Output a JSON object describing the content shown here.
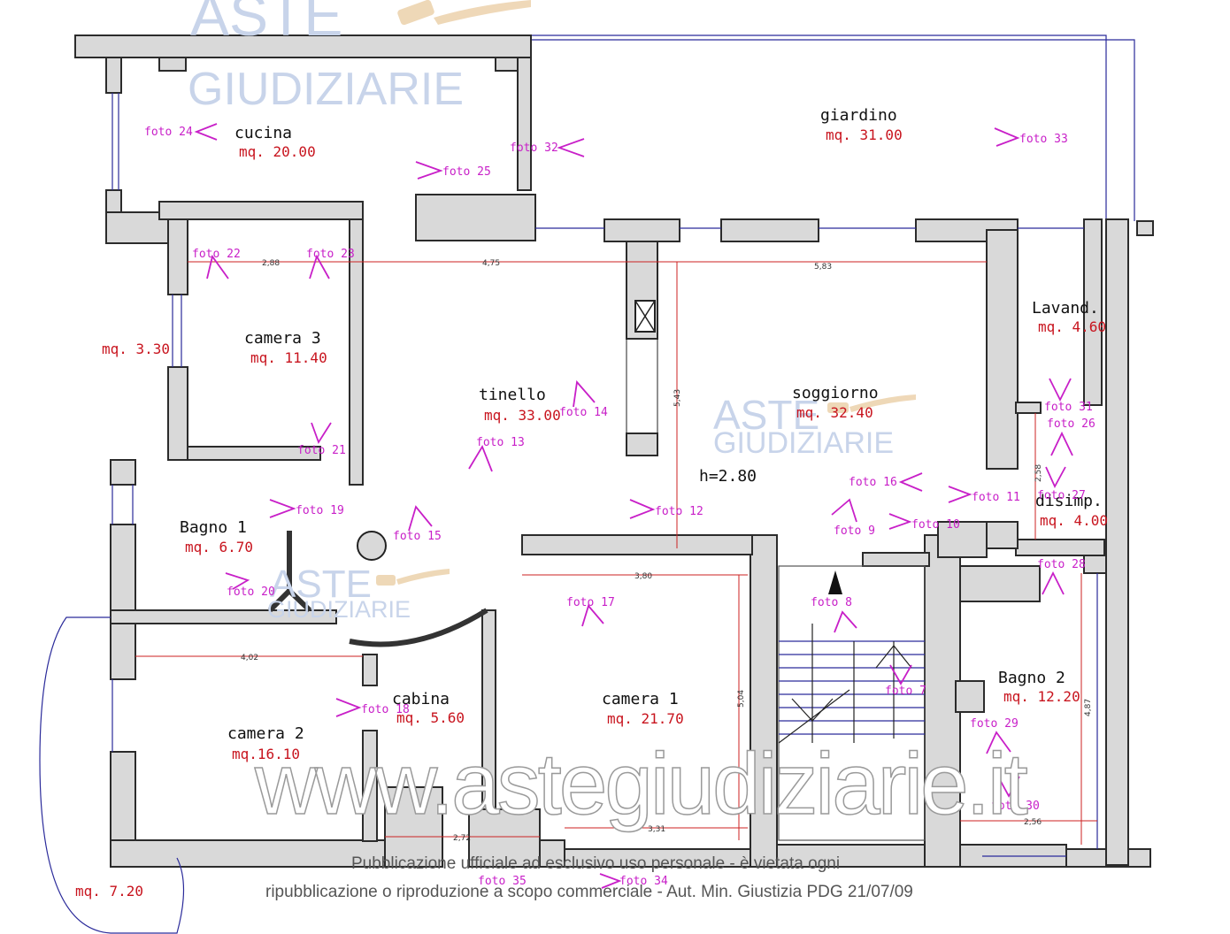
{
  "rooms": [
    {
      "name": "cucina",
      "area": "mq. 20.00"
    },
    {
      "name": "giardino",
      "area": "mq. 31.00"
    },
    {
      "name": "camera 3",
      "area": "mq. 11.40"
    },
    {
      "name": "tinello",
      "area": "mq. 33.00"
    },
    {
      "name": "soggiorno",
      "area": "mq. 32.40"
    },
    {
      "name": "Lavand.",
      "area": "mq. 4.60"
    },
    {
      "name": "disimp.",
      "area": "mq. 4.00"
    },
    {
      "name": "Bagno 1",
      "area": "mq. 6.70"
    },
    {
      "name": "cabina",
      "area": "mq. 5.60"
    },
    {
      "name": "camera 2",
      "area": "mq.16.10"
    },
    {
      "name": "camera 1",
      "area": "mq. 21.70"
    },
    {
      "name": "Bagno 2",
      "area": "mq. 12.20"
    }
  ],
  "loose_areas": [
    "mq. 3.30",
    "mq. 7.20"
  ],
  "height": "h=2.80",
  "dimensions": [
    "2,88",
    "4,75",
    "5,83",
    "5,43",
    "2,58",
    "3,80",
    "4,02",
    "5,04",
    "4,87",
    "2,72",
    "3,31",
    "2,56"
  ],
  "photos": [
    "foto 24",
    "foto 32",
    "foto 25",
    "foto 33",
    "foto 22",
    "foto 23",
    "foto 21",
    "foto 14",
    "foto 13",
    "foto 31",
    "foto 26",
    "foto 27",
    "foto 16",
    "foto 11",
    "foto 9",
    "foto 10",
    "foto 12",
    "foto 19",
    "foto 15",
    "foto 20",
    "foto 28",
    "foto 17",
    "foto 8",
    "foto 7",
    "foto 18",
    "foto 29",
    "foto 30",
    "foto 35",
    "foto 34"
  ],
  "watermark": {
    "brand_top": "ASTE",
    "brand_bottom": "GIUDIZIARIE",
    "url": "www.astegiudiziarie.it",
    "notice_line1": "Pubblicazione ufficiale ad esclusivo uso personale - è vietata ogni",
    "notice_line2": "ripubblicazione o riproduzione a scopo commerciale - Aut. Min. Giustizia PDG 21/07/09"
  },
  "colors": {
    "wall_fill": "#d9d9d9",
    "area_text": "#c8141e",
    "photo_marker": "#c81fc8",
    "window_line": "#2a2a9a"
  }
}
